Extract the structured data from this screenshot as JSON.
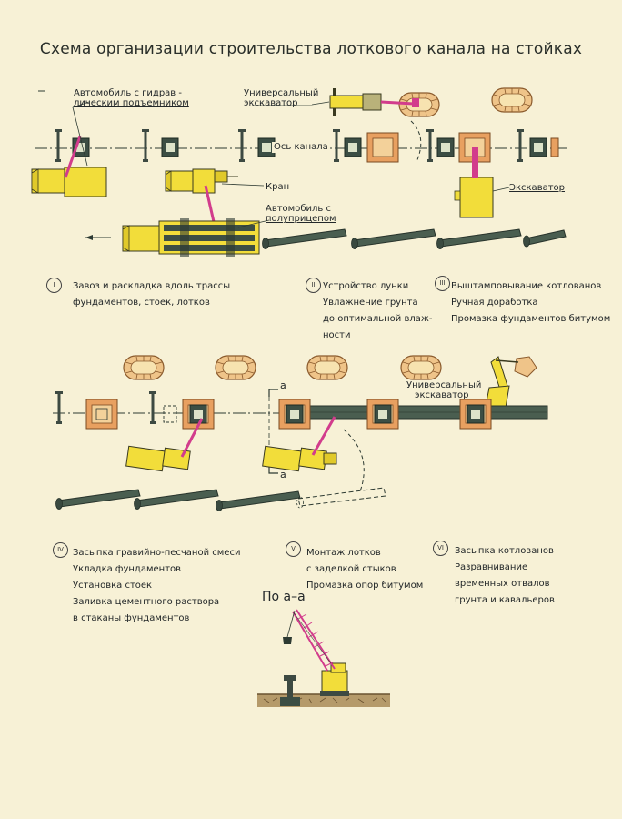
{
  "title": "Схема организации строительства лоткового канала на стойках",
  "labels": {
    "truck_lift_1": "Автомобиль с гидрав -",
    "truck_lift_2": "лическим подъемником",
    "univ_excavator_top_1": "Универсальный",
    "univ_excavator_top_2": "экскаватор",
    "canal_axis": "Ось канала",
    "crane": "Кран",
    "truck_trailer_1": "Автомобиль с",
    "truck_trailer_2": "полуприцепом",
    "excavator": "Экскаватор",
    "univ_excavator_mid_1": "Универсальный",
    "univ_excavator_mid_2": "экскаватор",
    "section_a_top": "a",
    "section_a_bottom": "a",
    "section_view": "По а–а"
  },
  "steps": [
    {
      "num": "I",
      "lines": [
        "Завоз   и   раскладка  вдоль  трассы",
        "фундаментов,  стоек,  лотков"
      ]
    },
    {
      "num": "II",
      "lines": [
        "Устройство лунки",
        "Увлажнение грунта",
        "до оптимальной влаж-",
        "ности"
      ]
    },
    {
      "num": "III",
      "lines": [
        "Выштамповывание котлованов",
        "Ручная доработка",
        "Промазка фундаментов битумом"
      ]
    },
    {
      "num": "IV",
      "lines": [
        "Засыпка гравийно-песчаной смеси",
        "Укладка фундаментов",
        "Установка стоек",
        "Заливка цементного раствора",
        "в стаканы фундаментов"
      ]
    },
    {
      "num": "V",
      "lines": [
        "Монтаж лотков",
        "с заделкой стыков",
        "Промазка опор битумом"
      ]
    },
    {
      "num": "VI",
      "lines": [
        "Засыпка котлованов",
        "Разравнивание",
        "временных отвалов",
        "грунта  и кавальеров"
      ]
    }
  ],
  "colors": {
    "background": "#f7f1d6",
    "machine_yellow": "#f2dd3a",
    "foundation_orange": "#e8a060",
    "pit_tan": "#efc489",
    "tray_green": "#4a5e50",
    "boom_magenta": "#d23c8c",
    "line_dark": "#2d3a32"
  }
}
